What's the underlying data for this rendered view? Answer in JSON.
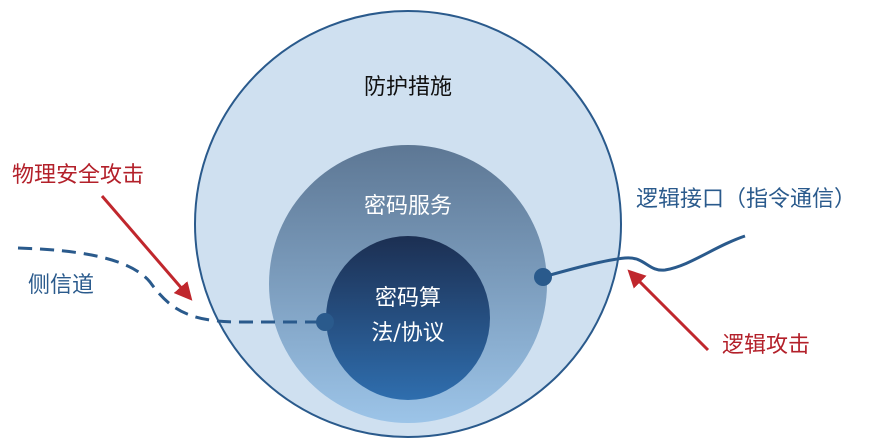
{
  "labels": {
    "outer": "防护措施",
    "middle": "密码服务",
    "inner_line1": "密码算",
    "inner_line2": "法/协议",
    "physical_attack": "物理安全攻击",
    "side_channel": "侧信道",
    "logical_interface": "逻辑接口（指令通信）",
    "logical_attack": "逻辑攻击"
  },
  "colors": {
    "outer_fill": "#cfe0f0",
    "outer_stroke": "#2a5a8c",
    "middle_top": "#5d7794",
    "middle_bottom": "#97bfe3",
    "inner_top": "#1e3256",
    "inner_bottom": "#2d6aa8",
    "attack_arrow": "#c0272d",
    "channel_line": "#2a5a8c",
    "node": "#2a5a8c"
  }
}
